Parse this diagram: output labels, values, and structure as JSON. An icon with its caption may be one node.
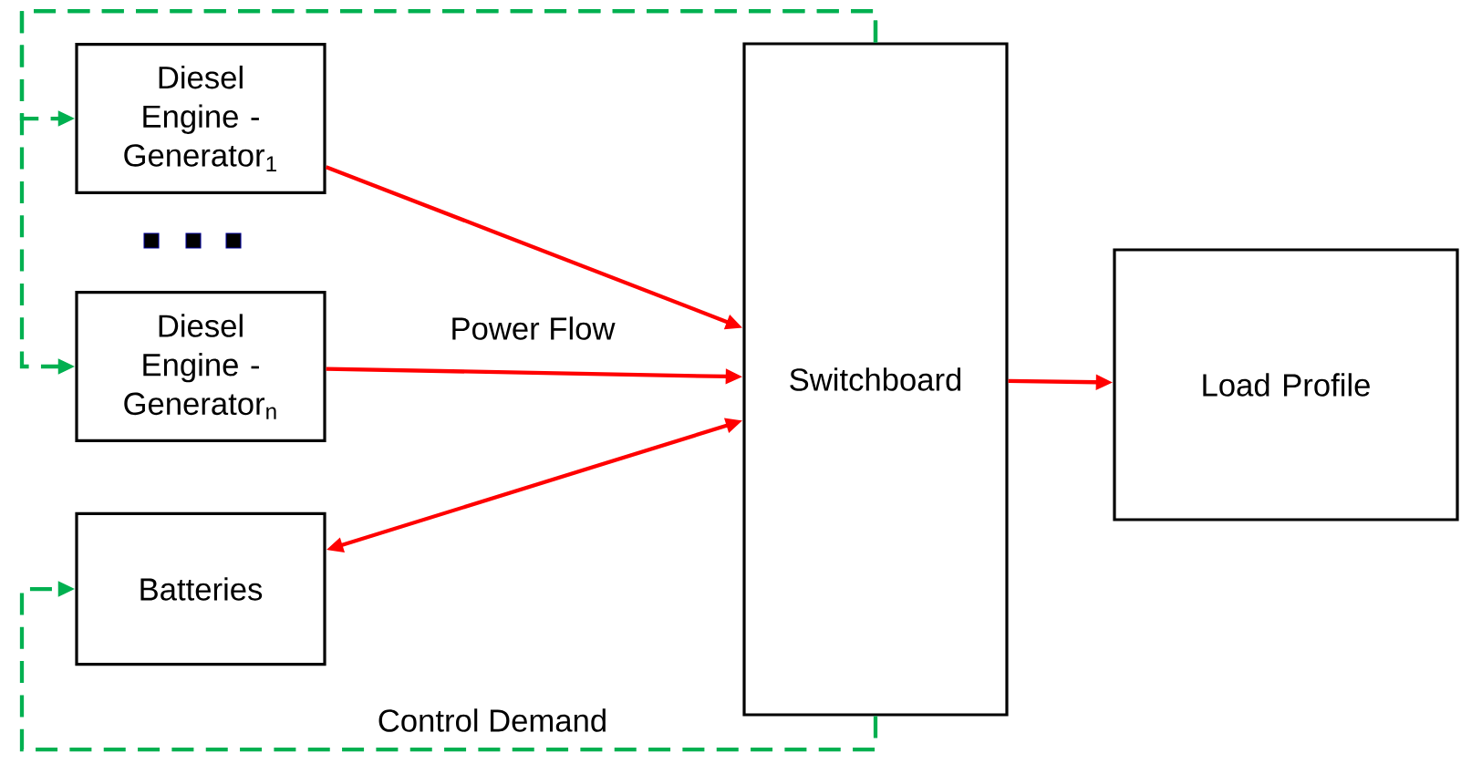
{
  "diagram": {
    "nodes": [
      {
        "text": [
          "Diesel Engine - Generator$_{1}$"
        ]
      },
      {
        "text": [
          "Diesel Engine - Generator$_{n}$"
        ]
      },
      {
        "text": [
          "Batteries"
        ]
      },
      {
        "text": [
          "Switchboard"
        ]
      },
      {
        "text": [
          "Load Profile"
        ]
      }
    ],
    "edges": [
      {
        "from": 0,
        "to": 3,
        "arrow": "to"
      },
      {
        "from": 1,
        "to": 3,
        "arrow": "to"
      },
      {
        "from": 2,
        "to": 3,
        "arrow": "both"
      },
      {
        "from": 3,
        "to": 4,
        "arrow": "to"
      },
      {
        "from": 3,
        "to": 0,
        "arrow": "to",
        "style": "dashed",
        "color": "#00b050"
      },
      {
        "from": 3,
        "to": 1,
        "arrow": "to",
        "style": "dashed",
        "color": "#00b050"
      },
      {
        "from": 3,
        "to": 2,
        "arrow": "to",
        "style": "dashed",
        "color": "#00b050"
      }
    ],
    "labels": [
      "Power Flow",
      "Control Demand"
    ]
  }
}
